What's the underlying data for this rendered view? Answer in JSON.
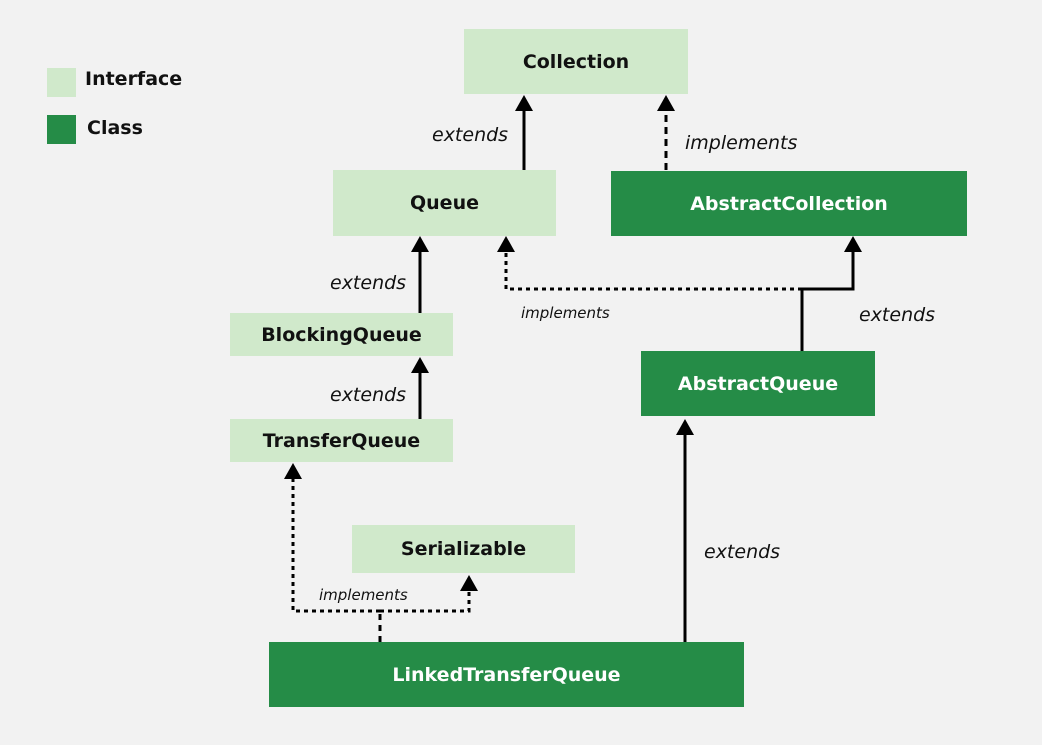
{
  "legend": {
    "interface_label": "Interface",
    "class_label": "Class",
    "interface_color": "#d0e9cb",
    "class_color": "#258c47"
  },
  "nodes": {
    "collection": {
      "label": "Collection",
      "kind": "interface"
    },
    "queue": {
      "label": "Queue",
      "kind": "interface"
    },
    "abstract_collection": {
      "label": "AbstractCollection",
      "kind": "class"
    },
    "blocking_queue": {
      "label": "BlockingQueue",
      "kind": "interface"
    },
    "abstract_queue": {
      "label": "AbstractQueue",
      "kind": "class"
    },
    "transfer_queue": {
      "label": "TransferQueue",
      "kind": "interface"
    },
    "serializable": {
      "label": "Serializable",
      "kind": "interface"
    },
    "linked_transfer_queue": {
      "label": "LinkedTransferQueue",
      "kind": "class"
    }
  },
  "edges": [
    {
      "from": "Queue",
      "to": "Collection",
      "type": "extends",
      "label": "extends"
    },
    {
      "from": "AbstractCollection",
      "to": "Collection",
      "type": "implements",
      "label": "implements"
    },
    {
      "from": "BlockingQueue",
      "to": "Queue",
      "type": "extends",
      "label": "extends"
    },
    {
      "from": "AbstractQueue",
      "to": "Queue",
      "type": "implements",
      "label": "implements"
    },
    {
      "from": "AbstractQueue",
      "to": "AbstractCollection",
      "type": "extends",
      "label": "extends"
    },
    {
      "from": "TransferQueue",
      "to": "BlockingQueue",
      "type": "extends",
      "label": "extends"
    },
    {
      "from": "LinkedTransferQueue",
      "to": "AbstractQueue",
      "type": "extends",
      "label": "extends"
    },
    {
      "from": "LinkedTransferQueue",
      "to": "TransferQueue",
      "type": "implements",
      "label": "implements"
    },
    {
      "from": "LinkedTransferQueue",
      "to": "Serializable",
      "type": "implements",
      "label": "implements"
    }
  ]
}
